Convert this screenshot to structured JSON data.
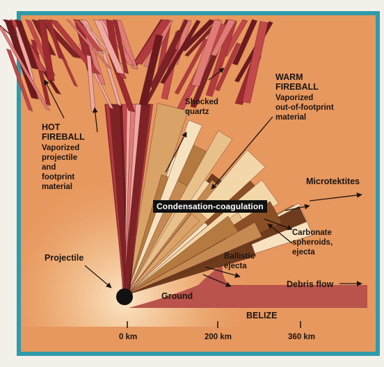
{
  "labels": {
    "hot_fireball_title": "HOT\nFIREBALL",
    "hot_fireball_desc": "Vaporized\nprojectile\nand\nfootprint\nmaterial",
    "warm_fireball_title": "WARM\nFIREBALL",
    "warm_fireball_desc": "Vaporized\nout-of-footprint\nmaterial",
    "shocked_quartz": "Shocked\nquartz",
    "microtektites": "Microtektites",
    "condensation": "Condensation-coagulation",
    "carbonate": "Carbonate\nspheroids,\nejecta",
    "ballistic": "Ballistic\nejecta",
    "projectile": "Projectile",
    "debris_flow": "Debris flow",
    "ground": "Ground",
    "belize": "BELIZE"
  },
  "scale": {
    "ticks": [
      "0 km",
      "200 km",
      "360 km"
    ]
  },
  "colors": {
    "background": "#e7985f",
    "border": "#2f9aa8",
    "ground": "#b9534c",
    "hot_plume": "#9c2a2f",
    "warm_plume": "#d9a267"
  }
}
